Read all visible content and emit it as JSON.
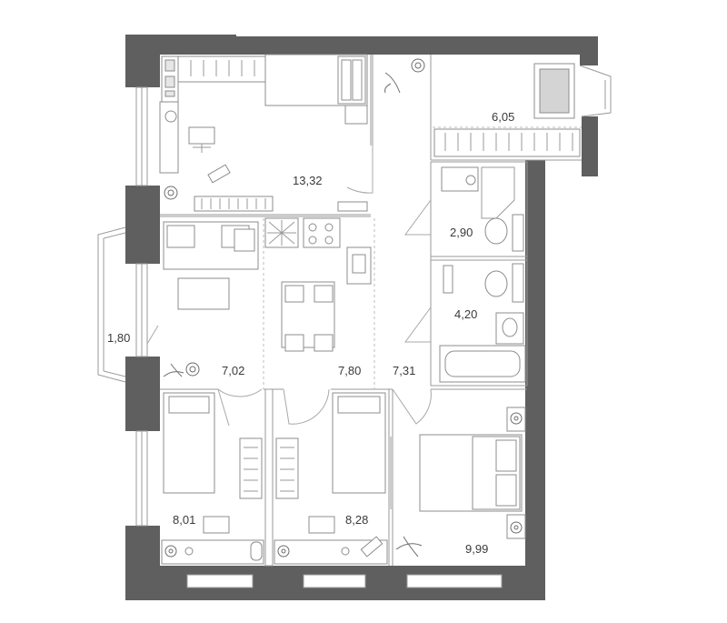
{
  "rooms": [
    {
      "id": "bedroom-top",
      "area": "13,32"
    },
    {
      "id": "wardrobe",
      "area": "6,05"
    },
    {
      "id": "bathroom-small",
      "area": "2,90"
    },
    {
      "id": "bathroom",
      "area": "4,20"
    },
    {
      "id": "balcony",
      "area": "1,80"
    },
    {
      "id": "living-room",
      "area": "7,02"
    },
    {
      "id": "kitchen",
      "area": "7,80"
    },
    {
      "id": "hallway",
      "area": "7,31"
    },
    {
      "id": "kids-room-left",
      "area": "8,01"
    },
    {
      "id": "kids-room-right",
      "area": "8,28"
    },
    {
      "id": "master-bedroom",
      "area": "9,99"
    }
  ],
  "colors": {
    "wall": "#5f5f5f",
    "line": "#9a9a9a",
    "text": "#3a3a3a",
    "background": "#ffffff"
  }
}
